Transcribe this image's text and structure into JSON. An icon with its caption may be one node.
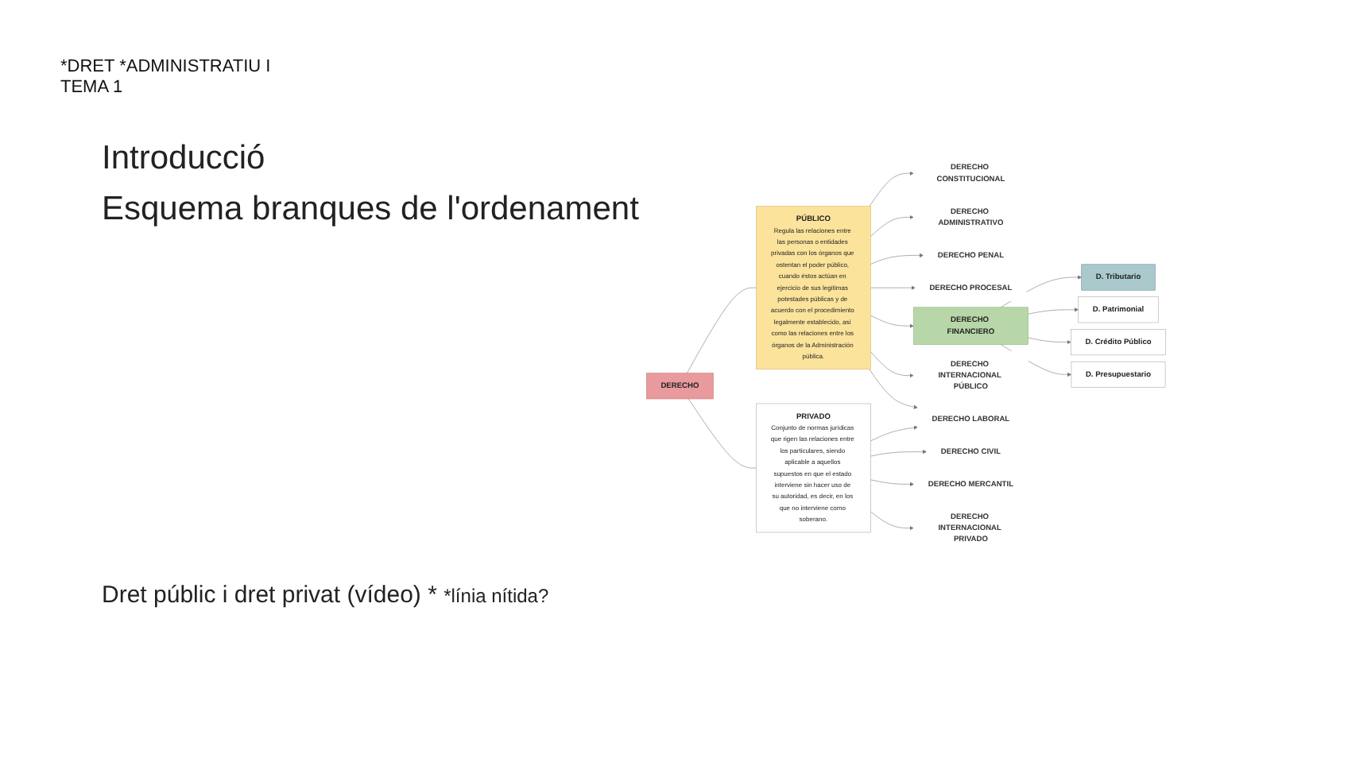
{
  "diagram": {
    "nodes": [
      {
        "text": [
          "DERECHO"
        ]
      },
      {
        "text": [
          "PÚBLICO",
          "Regula las relaciones entre las personas o entidades privadas con los órganos que ostentan el poder público, cuando éstos actúan en ejercicio de sus legítimas potestades públicas y de acuerdo con el procedimiento legalmente establecido, así como las relaciones entre los órganos de la Administración pública."
        ]
      },
      {
        "text": [
          "PRIVADO",
          "Conjunto de normas jurídicas que rigen las relaciones entre los particulares, siendo aplicable a aquellos supuestos en que el estado interviene sin hacer uso de su autoridad, es decir, en los que no interviene como soberano."
        ]
      },
      {
        "text": [
          "DERECHO CONSTITUCIONAL"
        ]
      },
      {
        "text": [
          "DERECHO ADMINISTRATIVO"
        ]
      },
      {
        "text": [
          "DERECHO PENAL"
        ]
      },
      {
        "text": [
          "DERECHO PROCESAL"
        ]
      },
      {
        "text": [
          "DERECHO FINANCIERO"
        ]
      },
      {
        "text": [
          "DERECHO INTERNACIONAL PÚBLICO"
        ]
      },
      {
        "text": [
          "DERECHO LABORAL"
        ]
      },
      {
        "text": [
          "DERECHO CIVIL"
        ]
      },
      {
        "text": [
          "DERECHO MERCANTIL"
        ]
      },
      {
        "text": [
          "DERECHO INTERNACIONAL PRIVADO"
        ]
      },
      {
        "text": [
          "D. Tributario"
        ]
      },
      {
        "text": [
          "D. Patrimonial"
        ]
      },
      {
        "text": [
          "D. Crédito Público"
        ]
      },
      {
        "text": [
          "D. Presupuestario"
        ]
      }
    ],
    "edges": [
      {
        "from": 0,
        "to": 1,
        "arrow": "none"
      },
      {
        "from": 0,
        "to": 2,
        "arrow": "none"
      },
      {
        "from": 1,
        "to": 3,
        "arrow": "to"
      },
      {
        "from": 1,
        "to": 4,
        "arrow": "to"
      },
      {
        "from": 1,
        "to": 5,
        "arrow": "to"
      },
      {
        "from": 1,
        "to": 6,
        "arrow": "to"
      },
      {
        "from": 1,
        "to": 7,
        "arrow": "to"
      },
      {
        "from": 1,
        "to": 8,
        "arrow": "to"
      },
      {
        "from": 1,
        "to": 9,
        "arrow": "to"
      },
      {
        "from": 2,
        "to": 9,
        "arrow": "to"
      },
      {
        "from": 2,
        "to": 10,
        "arrow": "to"
      },
      {
        "from": 2,
        "to": 11,
        "arrow": "to"
      },
      {
        "from": 2,
        "to": 12,
        "arrow": "to"
      },
      {
        "from": 7,
        "to": 13,
        "arrow": "to"
      },
      {
        "from": 7,
        "to": 14,
        "arrow": "to"
      },
      {
        "from": 7,
        "to": 15,
        "arrow": "to"
      },
      {
        "from": 7,
        "to": 16,
        "arrow": "to"
      }
    ],
    "labels": [
      "*DRET *ADMINISTRATIU I",
      "TEMA 1",
      "Introducció",
      "Esquema branques de l'ordenament",
      "Dret públic i dret privat (vídeo) *",
      "*línia nítida?"
    ]
  }
}
